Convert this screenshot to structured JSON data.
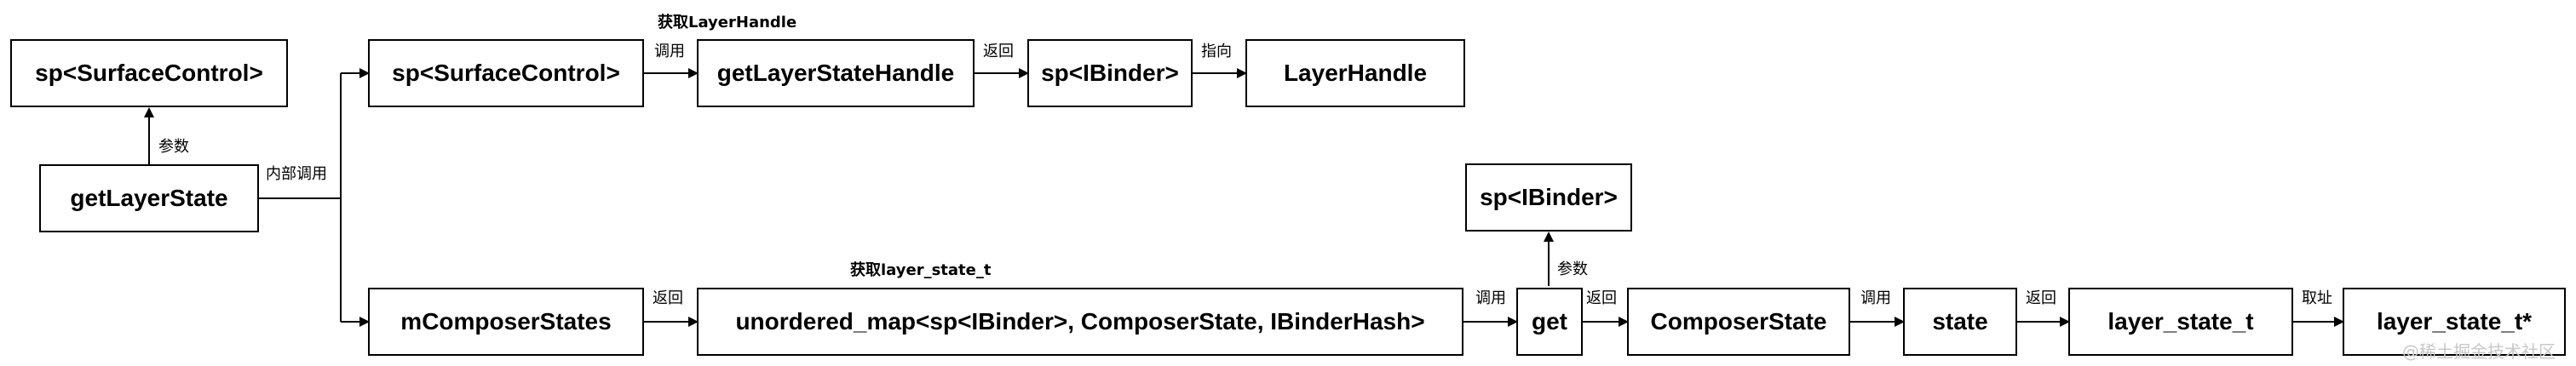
{
  "nodes": {
    "sp_surface_control_top": "sp<SurfaceControl>",
    "get_layer_state": "getLayerState",
    "sp_surface_control": "sp<SurfaceControl>",
    "get_layer_state_handle": "getLayerStateHandle",
    "sp_ibinder_top": "sp<IBinder>",
    "layer_handle": "LayerHandle",
    "m_composer_states": "mComposerStates",
    "unordered_map": "unordered_map<sp<IBinder>, ComposerState, IBinderHash>",
    "get": "get",
    "sp_ibinder_right": "sp<IBinder>",
    "composer_state": "ComposerState",
    "state": "state",
    "layer_state_t": "layer_state_t",
    "layer_state_t_ptr": "layer_state_t*"
  },
  "edge_labels": {
    "param_1": "参数",
    "internal_call": "内部调用",
    "call_1": "调用",
    "return_1": "返回",
    "points_to": "指向",
    "return_2": "返回",
    "call_2": "调用",
    "param_2": "参数",
    "return_3": "返回",
    "call_3": "调用",
    "return_4": "返回",
    "take_address": "取址"
  },
  "annotations": {
    "get_layer_handle": "获取LayerHandle",
    "get_layer_state_t": "获取layer_state_t"
  },
  "watermark": "@稀土掘金技术社区"
}
